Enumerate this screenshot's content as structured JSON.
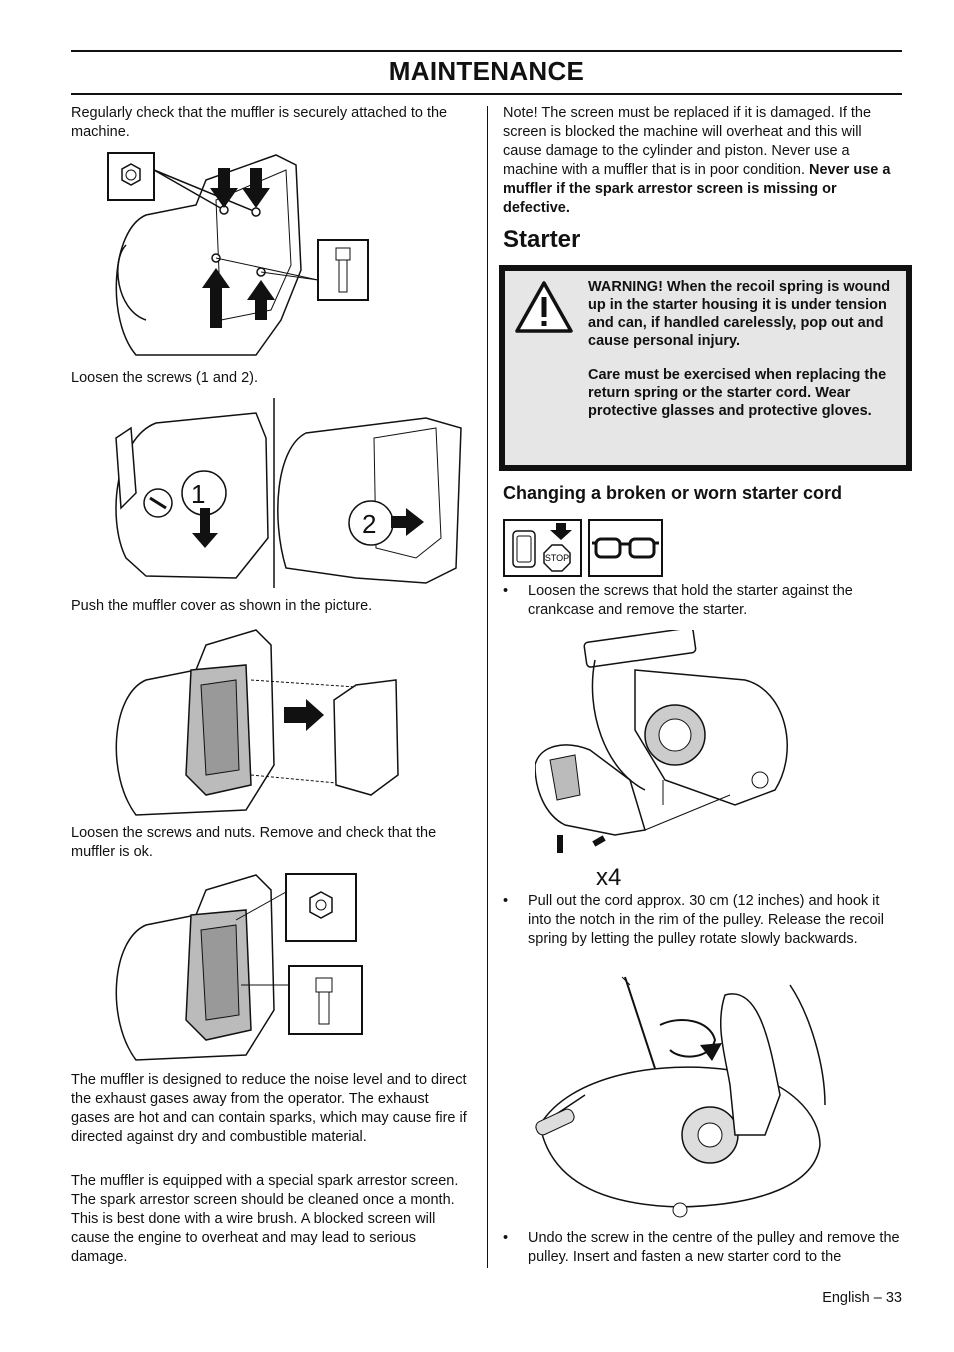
{
  "header": {
    "title": "MAINTENANCE"
  },
  "left": {
    "p1": "Regularly check that the muffler is securely attached to the machine.",
    "cap1": "Loosen the screws (1 and 2).",
    "fig2_label1": "1",
    "fig2_label2": "2",
    "cap2": "Push the muffler cover as shown in the picture.",
    "cap3": "Loosen the screws and nuts. Remove and check that the muffler is ok.",
    "p2": "The muffler is designed to reduce the noise level and to direct the exhaust gases away from the operator. The exhaust gases are hot and can contain sparks, which may cause fire if directed against dry and combustible material.",
    "p3": "The muffler is equipped with a special spark arrestor screen. The spark arrestor screen should be cleaned once a month. This is best done with a wire brush. A blocked screen will cause the engine to overheat and may lead to serious damage."
  },
  "right": {
    "note_regular": "Note! The screen must be replaced if it is damaged. If the screen is blocked the machine will overheat and this will cause damage to the cylinder and piston. Never use a machine with a muffler that is in poor condition.",
    "note_bold": "Never use a muffler if the spark arrestor screen is missing or defective.",
    "starter_heading": "Starter",
    "warning_p1": "WARNING! When the recoil spring is wound up in the starter housing it is under tension and can, if handled carelessly, pop out and cause personal injury.",
    "warning_p2": "Care must be exercised when replacing the return spring or the starter cord. Wear protective glasses and protective gloves.",
    "subheading": "Changing a broken or worn starter cord",
    "stop_label": "STOP",
    "bullet_char": "•",
    "bullet1": "Loosen the screws that hold the starter against the crankcase and remove the starter.",
    "x4_label": "x4",
    "bullet2": "Pull out the cord approx. 30 cm (12 inches) and hook it into the notch in the rim of the pulley. Release the recoil spring by letting the pulley rotate slowly backwards.",
    "bullet3": "Undo the screw in the centre of the pulley and remove the pulley. Insert and fasten a new starter cord to the"
  },
  "footer": {
    "page": "English – 33"
  }
}
